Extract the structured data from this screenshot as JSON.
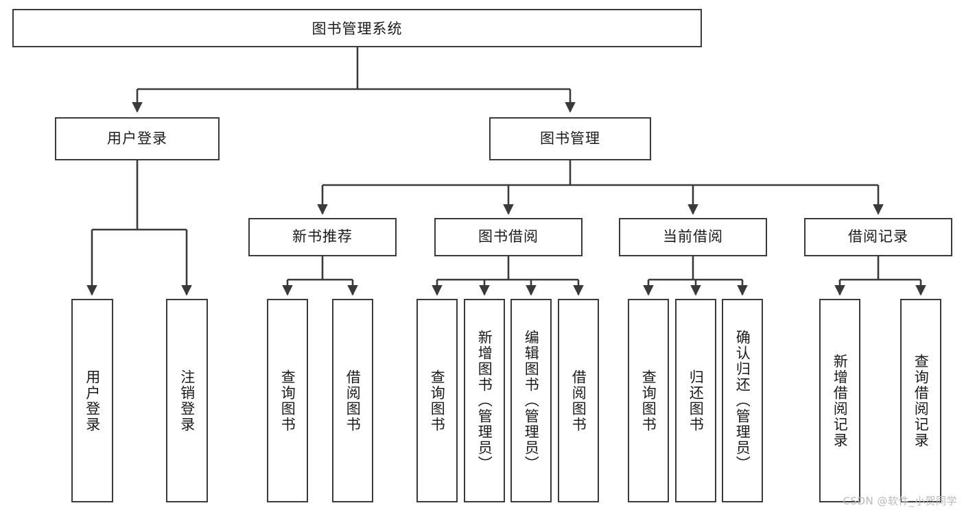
{
  "diagram": {
    "title": "图书管理系统",
    "type": "tree",
    "colors": {
      "stroke": "#3a3a3a",
      "fill": "#ffffff",
      "text": "#1a1a1a",
      "watermark": "#b9b9b9"
    },
    "root": {
      "label": "图书管理系统"
    },
    "level2": [
      {
        "label": "用户登录"
      },
      {
        "label": "图书管理"
      }
    ],
    "level3": [
      {
        "label": "新书推荐"
      },
      {
        "label": "图书借阅"
      },
      {
        "label": "当前借阅"
      },
      {
        "label": "借阅记录"
      }
    ],
    "leaves": {
      "user_login": [
        {
          "label": "用户登录"
        },
        {
          "label": "注销登录"
        }
      ],
      "new_book": [
        {
          "label": "查询图书"
        },
        {
          "label": "借阅图书"
        }
      ],
      "book_borrow": [
        {
          "label": "查询图书"
        },
        {
          "label": "新增图书（管理员）"
        },
        {
          "label": "编辑图书（管理员）"
        },
        {
          "label": "借阅图书"
        }
      ],
      "current_borrow": [
        {
          "label": "查询图书"
        },
        {
          "label": "归还图书"
        },
        {
          "label": "确认归还（管理员）"
        }
      ],
      "borrow_record": [
        {
          "label": "新增借阅记录"
        },
        {
          "label": "查询借阅记录"
        }
      ]
    },
    "watermark": "CSDN @软件_小贺同学"
  }
}
